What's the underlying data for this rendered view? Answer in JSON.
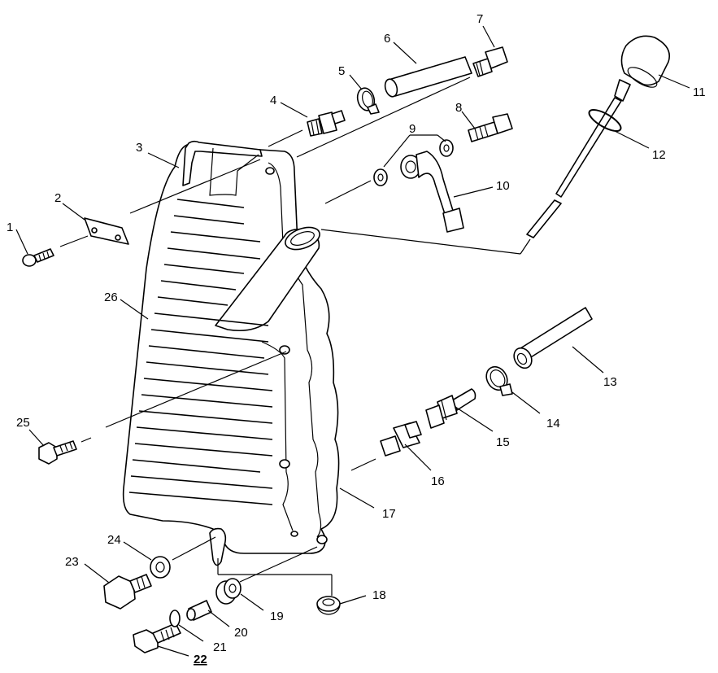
{
  "diagram": {
    "callouts": [
      {
        "id": "1",
        "text": "1"
      },
      {
        "id": "2",
        "text": "2"
      },
      {
        "id": "3",
        "text": "3"
      },
      {
        "id": "4",
        "text": "4"
      },
      {
        "id": "5",
        "text": "5"
      },
      {
        "id": "6",
        "text": "6"
      },
      {
        "id": "7",
        "text": "7"
      },
      {
        "id": "8",
        "text": "8"
      },
      {
        "id": "9",
        "text": "9"
      },
      {
        "id": "10",
        "text": "10"
      },
      {
        "id": "11",
        "text": "11"
      },
      {
        "id": "12",
        "text": "12"
      },
      {
        "id": "13",
        "text": "13"
      },
      {
        "id": "14",
        "text": "14"
      },
      {
        "id": "15",
        "text": "15"
      },
      {
        "id": "16",
        "text": "16"
      },
      {
        "id": "17",
        "text": "17"
      },
      {
        "id": "18",
        "text": "18"
      },
      {
        "id": "19",
        "text": "19"
      },
      {
        "id": "20",
        "text": "20"
      },
      {
        "id": "21",
        "text": "21"
      },
      {
        "id": "22",
        "text": "22"
      },
      {
        "id": "23",
        "text": "23"
      },
      {
        "id": "24",
        "text": "24"
      },
      {
        "id": "25",
        "text": "25"
      },
      {
        "id": "26",
        "text": "26"
      }
    ]
  }
}
